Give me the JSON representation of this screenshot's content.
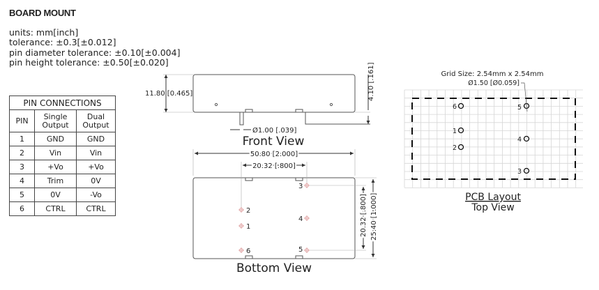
{
  "title": "BOARD MOUNT",
  "notes": [
    "units: mm[inch]",
    "tolerance: ±0.3[±0.012]",
    "pin diameter tolerance: ±0.10[±0.004]",
    "pin height tolerance: ±0.50[±0.020]"
  ],
  "pin_table": {
    "caption": "PIN CONNECTIONS",
    "headers": [
      "PIN",
      "Single Output",
      "Dual Output"
    ],
    "rows": [
      [
        "1",
        "GND",
        "GND"
      ],
      [
        "2",
        "Vin",
        "Vin"
      ],
      [
        "3",
        "+Vo",
        "+Vo"
      ],
      [
        "4",
        "Trim",
        "0V"
      ],
      [
        "5",
        "0V",
        "-Vo"
      ],
      [
        "6",
        "CTRL",
        "CTRL"
      ]
    ]
  },
  "front_view": {
    "label": "Front View",
    "height_dim": "11.80 [0.465]",
    "pin_length_dim": "4.10 [.161]",
    "pin_dia_dim": "Ø1.00 [.039]"
  },
  "bottom_view": {
    "label": "Bottom View",
    "width_dim": "50.80 [2.000]",
    "pin_spacing_dim": "20.32 [.800]",
    "pin_vert_dim": "20.32 [.800]",
    "height_dim": "25.40 [1.000]",
    "pins": [
      "1",
      "2",
      "3",
      "4",
      "5",
      "6"
    ]
  },
  "pcb_layout": {
    "label": "PCB Layout",
    "sublabel": "Top View",
    "grid_size": "Grid Size: 2.54mm x 2.54mm",
    "hole_dim": "Ø1.50 [Ø0.059]",
    "pins": [
      "1",
      "2",
      "3",
      "4",
      "5",
      "6"
    ]
  }
}
